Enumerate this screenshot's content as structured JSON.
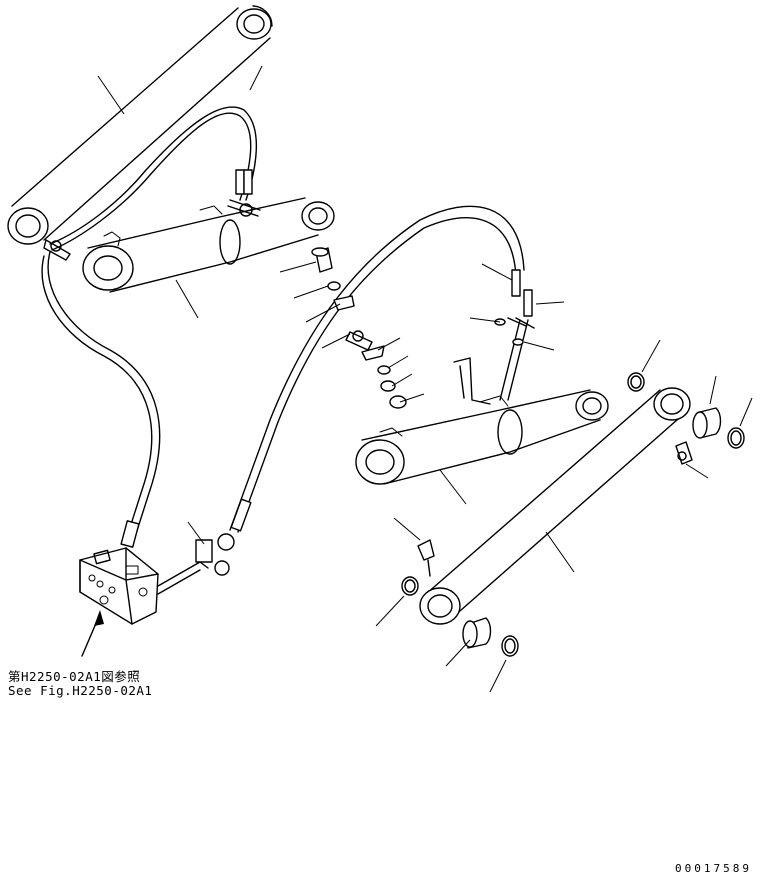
{
  "reference": {
    "line_jp": "第H2250-02A1図参照",
    "line_en": "See Fig.H2250-02A1"
  },
  "drawing_number": "00017589",
  "colors": {
    "ink": "#000000",
    "paper": "#ffffff"
  }
}
